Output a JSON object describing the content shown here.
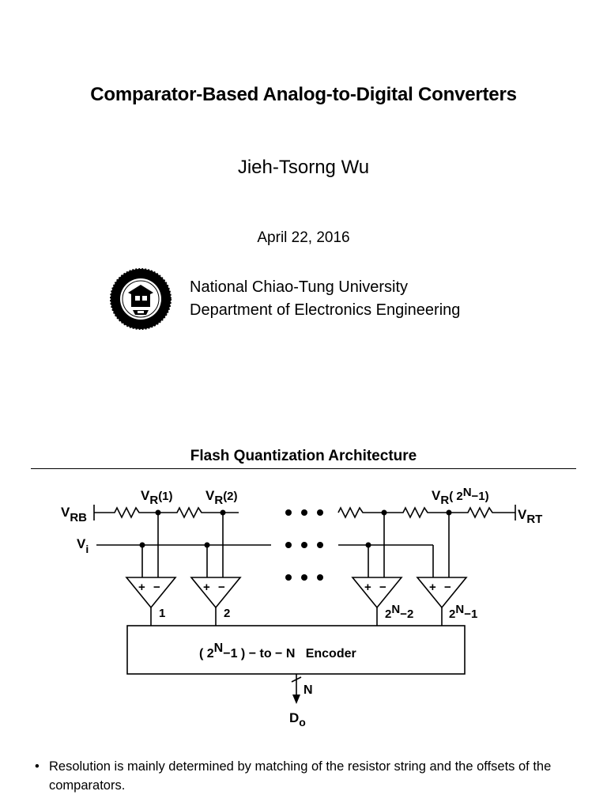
{
  "title": "Comparator-Based Analog-to-Digital Converters",
  "author": "Jieh-Tsorng Wu",
  "date": "April 22, 2016",
  "affiliation": {
    "university": "National Chiao-Tung University",
    "department": "Department of Electronics Engineering"
  },
  "section_title": "Flash Quantization Architecture",
  "diagram": {
    "vrb": {
      "main": "V",
      "sub": "RB"
    },
    "vrt": {
      "main": "V",
      "sub": "RT"
    },
    "vi": {
      "main": "V",
      "sub": "i"
    },
    "tap1": {
      "main": "V",
      "sub": "R",
      "arg": "(1)"
    },
    "tap2": {
      "main": "V",
      "sub": "R",
      "arg": "(2)"
    },
    "tapN": {
      "main": "V",
      "sub": "R",
      "arg_pre": "( 2",
      "arg_sup": "N",
      "arg_post": "−1)"
    },
    "comp_labels": [
      "1",
      "2"
    ],
    "comp3": {
      "base": "2",
      "sup": "N",
      "post": "−2"
    },
    "comp4": {
      "base": "2",
      "sup": "N",
      "post": "−1"
    },
    "plus": "+",
    "minus": "−",
    "encoder": {
      "pre": "( 2",
      "sup": "N",
      "post": "−1 ) − to − N   Encoder"
    },
    "bus_label": "N",
    "output": {
      "main": "D",
      "sub": "o"
    }
  },
  "bullet": {
    "text": "Resolution is mainly determined by matching of the resistor string and the offsets of the comparators."
  }
}
